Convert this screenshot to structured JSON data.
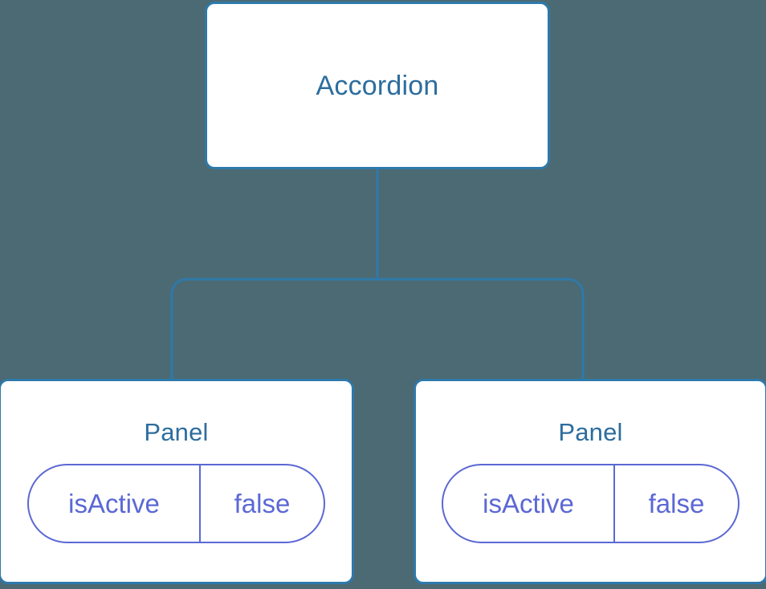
{
  "diagram": {
    "type": "component-tree",
    "background_color": "#4c6a73",
    "edge_color": "#2e79ab",
    "node_border_color": "#2e79ab",
    "node_fill_color": "#ffffff",
    "title_color": "#2d6d9e",
    "pill_color": "#5b68d4",
    "root": {
      "label": "Accordion"
    },
    "children": [
      {
        "label": "Panel",
        "state": {
          "key": "isActive",
          "value": "false"
        }
      },
      {
        "label": "Panel",
        "state": {
          "key": "isActive",
          "value": "false"
        }
      }
    ]
  }
}
